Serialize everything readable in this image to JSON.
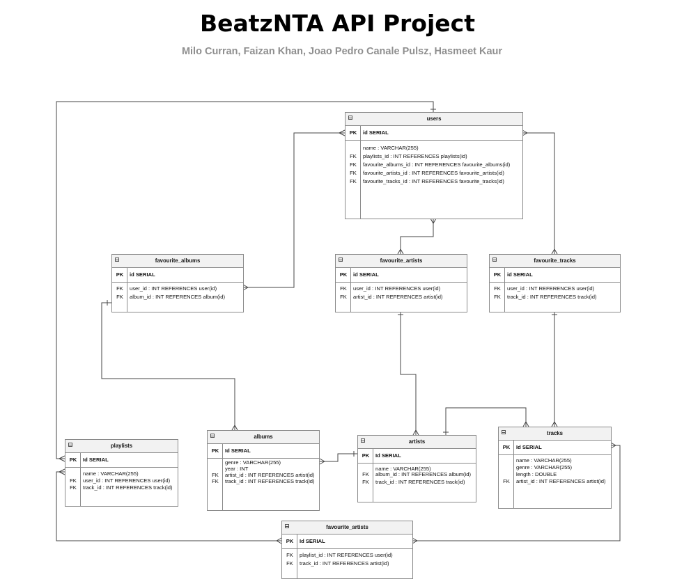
{
  "title": "BeatzNTA API Project",
  "subtitle": "Milo Curran, Faizan Khan, Joao Pedro Canale Pulsz, Hasmeet Kaur",
  "tables": {
    "users": {
      "name": "users",
      "pk": {
        "key": "PK",
        "text": "id SERIAL"
      },
      "rows": [
        {
          "key": "",
          "text": "name : VARCHAR(255)"
        },
        {
          "key": "FK",
          "text": "playlists_id : INT REFERENCES playlists(id)"
        },
        {
          "key": "FK",
          "text": "favourite_albums_id : INT REFERENCES favourite_albums(id)"
        },
        {
          "key": "FK",
          "text": "favourite_artists_id : INT REFERENCES favourite_artists(id)"
        },
        {
          "key": "FK",
          "text": "favourite_tracks_id : INT REFERENCES favourite_tracks(id)"
        }
      ]
    },
    "favourite_albums": {
      "name": "favourite_albums",
      "pk": {
        "key": "PK",
        "text": "id SERIAL"
      },
      "rows": [
        {
          "key": "FK",
          "text": "user_id : INT REFERENCES user(id)"
        },
        {
          "key": "FK",
          "text": "album_id : INT REFERENCES album(id)"
        }
      ]
    },
    "favourite_artists": {
      "name": "favourite_artists",
      "pk": {
        "key": "PK",
        "text": "id SERIAL"
      },
      "rows": [
        {
          "key": "FK",
          "text": "user_id : INT REFERENCES user(id)"
        },
        {
          "key": "FK",
          "text": "artist_id : INT REFERENCES artist(id)"
        }
      ]
    },
    "favourite_tracks": {
      "name": "favourite_tracks",
      "pk": {
        "key": "PK",
        "text": "id SERIAL"
      },
      "rows": [
        {
          "key": "FK",
          "text": "user_id : INT REFERENCES user(id)"
        },
        {
          "key": "FK",
          "text": "track_id : INT REFERENCES track(id)"
        }
      ]
    },
    "playlists": {
      "name": "playlists",
      "pk": {
        "key": "PK",
        "text": "Id SERIAL"
      },
      "rows": [
        {
          "key": "",
          "text": "name : VARCHAR(255)"
        },
        {
          "key": "FK",
          "text": "user_id : INT REFERENCES user(id)"
        },
        {
          "key": "FK",
          "text": "track_id : INT REFERENCES track(id)"
        }
      ]
    },
    "albums": {
      "name": "albums",
      "pk": {
        "key": "PK",
        "text": "Id SERIAL"
      },
      "rows": [
        {
          "key": "",
          "text": "genre : VARCHAR(255)"
        },
        {
          "key": "",
          "text": "year : INT"
        },
        {
          "key": "FK",
          "text": "artist_id : INT REFERENCES artist(id)"
        },
        {
          "key": "FK",
          "text": "track_id : INT REFERENCES track(id)"
        }
      ]
    },
    "artists": {
      "name": "artists",
      "pk": {
        "key": "PK",
        "text": "Id SERIAL"
      },
      "rows": [
        {
          "key": "",
          "text": "name : VARCHAR(255)"
        },
        {
          "key": "FK",
          "text": "album_id : INT REFERENCES album(id)"
        },
        {
          "key": "FK",
          "text": "track_id : INT REFERENCES track(id)"
        }
      ]
    },
    "tracks": {
      "name": "tracks",
      "pk": {
        "key": "PK",
        "text": "Id SERIAL"
      },
      "rows": [
        {
          "key": "",
          "text": "name : VARCHAR(255)"
        },
        {
          "key": "",
          "text": "genre : VARCHAR(255)"
        },
        {
          "key": "",
          "text": "length : DOUBLE"
        },
        {
          "key": "FK",
          "text": "artist_id : INT REFERENCES artist(id)"
        }
      ]
    },
    "playlist_tracks": {
      "name": "favourite_artists",
      "pk": {
        "key": "PK",
        "text": "Id SERIAL"
      },
      "rows": [
        {
          "key": "FK",
          "text": "playlist_id : INT REFERENCES user(id)"
        },
        {
          "key": "FK",
          "text": "track_id : INT REFERENCES artist(id)"
        }
      ]
    }
  }
}
